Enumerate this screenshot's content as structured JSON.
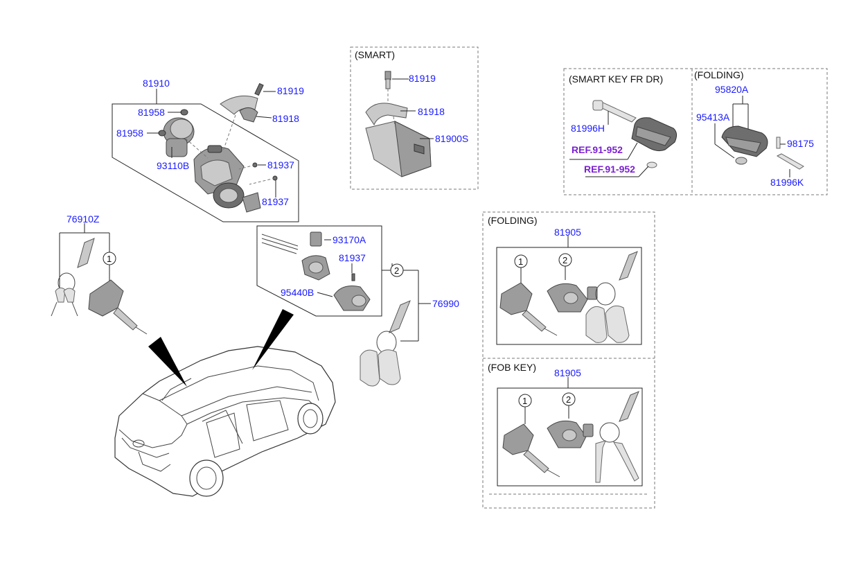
{
  "sections": {
    "smart": "(SMART)",
    "smart_key_fr_dr": "(SMART KEY FR DR)",
    "folding_top": "(FOLDING)",
    "folding_mid": "(FOLDING)",
    "fob_key": "(FOB KEY)"
  },
  "parts": {
    "p81910": "81910",
    "p81919_a": "81919",
    "p81918_a": "81918",
    "p81958_a": "81958",
    "p81958_b": "81958",
    "p93110b": "93110B",
    "p81937_a": "81937",
    "p81937_b": "81937",
    "p81919_b": "81919",
    "p81918_b": "81918",
    "p81900s": "81900S",
    "p95820a": "95820A",
    "p81996h": "81996H",
    "p95413a": "95413A",
    "p98175": "98175",
    "p81996k": "81996K",
    "p76910z": "76910Z",
    "p93170a": "93170A",
    "p81937_c": "81937",
    "p95440b": "95440B",
    "p76990": "76990",
    "p81905_a": "81905",
    "p81905_b": "81905"
  },
  "refs": {
    "ref1": "REF.91-952",
    "ref2": "REF.91-952"
  },
  "callouts": {
    "c1_left": "1",
    "c2_mid": "2",
    "c1_fold": "1",
    "c2_fold": "2",
    "c1_fob": "1",
    "c2_fob": "2"
  },
  "colors": {
    "part_number": "#1a1aff",
    "reference": "#7a1fd1",
    "line": "#222222"
  }
}
